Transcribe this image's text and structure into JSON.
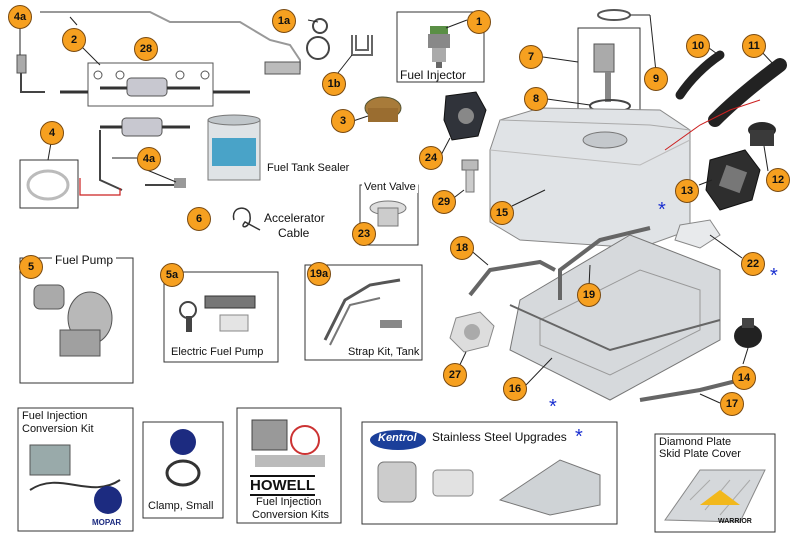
{
  "callouts": [
    "1",
    "1a",
    "1b",
    "2",
    "3",
    "4",
    "4a",
    "4a",
    "5",
    "5a",
    "6",
    "7",
    "8",
    "9",
    "10",
    "11",
    "12",
    "13",
    "14",
    "15",
    "16",
    "17",
    "18",
    "19",
    "19a",
    "22",
    "23",
    "24",
    "27",
    "28",
    "29"
  ],
  "labels": {
    "fuel_injector": "Fuel Injector",
    "fuel_tank_sealer": "Fuel Tank Sealer",
    "accelerator_cable": [
      "Accelerator",
      "Cable"
    ],
    "vent_valve": "Vent Valve",
    "fuel_pump": "Fuel Pump",
    "electric_fuel_pump": "Electric Fuel Pump",
    "strap_kit": "Strap Kit, Tank",
    "fi_conversion_kit": [
      "Fuel Injection",
      "Conversion Kit"
    ],
    "clamp_small": "Clamp, Small",
    "howell_brand": "HOWELL",
    "fi_conversion_kits": [
      "Fuel Injection",
      "Conversion Kits"
    ],
    "stainless_upgrades": "Stainless Steel Upgrades",
    "stainless_brand": "Kentrol",
    "diamond_plate": [
      "Diamond Plate",
      "Skid Plate Cover"
    ],
    "mopar_brand": "MOPAR",
    "warrior_brand": "WARRIOR",
    "star": "*"
  },
  "colors": {
    "callout": "#f6a020",
    "star": "#1a2fd0",
    "leader": "#cc2020"
  }
}
